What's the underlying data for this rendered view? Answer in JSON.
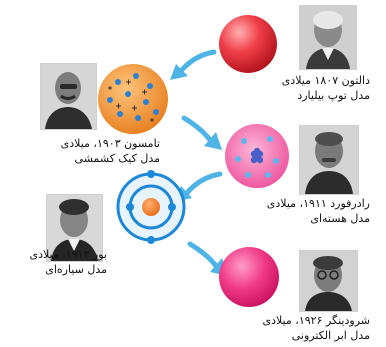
{
  "models": [
    {
      "id": "dalton",
      "line1": "دالتون ۱۸۰۷ میلادی",
      "line2": "مدل توپ بیلیارد"
    },
    {
      "id": "thomson",
      "line1": "تامسون ۱۹۰۳، میلادی",
      "line2": "مدل کیک کشمشی"
    },
    {
      "id": "rutherford",
      "line1": "رادرفورد ۱۹۱۱، میلادی",
      "line2": "مدل هسته‌ای"
    },
    {
      "id": "bohr",
      "line1": "بور ۱۹۱۳، میلادی",
      "line2": "مدل سیاره‌ای"
    },
    {
      "id": "schrodinger",
      "line1": "شرودینگر ۱۹۲۶، میلادی",
      "line2": "مدل ابر الکترونی"
    }
  ],
  "colors": {
    "arrow": "#4fb3e6",
    "billiard": "#e8323c",
    "plum_pudding": "#f39a3a",
    "nuclear": "#f25ea8",
    "bohr": "#1e88d8",
    "cloud": "#ec1f78"
  }
}
